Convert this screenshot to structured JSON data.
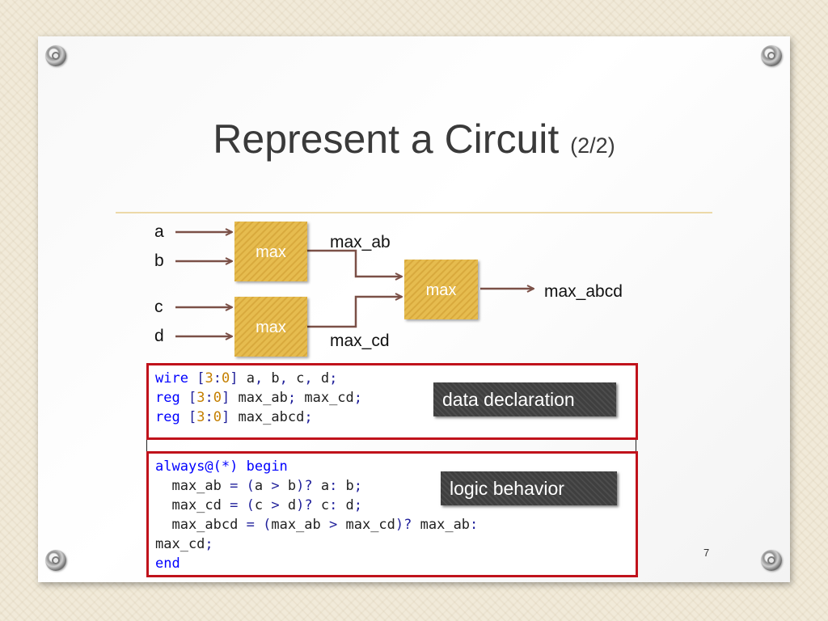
{
  "slide": {
    "title_main": "Represent a Circuit",
    "title_sub": "(2/2)",
    "page_number": "7"
  },
  "diagram": {
    "inputs": [
      "a",
      "b",
      "c",
      "d"
    ],
    "block_label": "max",
    "wires": [
      "max_ab",
      "max_cd"
    ],
    "output": "max_abcd",
    "colors": {
      "block_fill": "#e6bc4f",
      "block_hatch": "#d8a93c",
      "wire": "#7b5047",
      "text_on_block": "#ffffff"
    }
  },
  "code": {
    "declaration_lines": [
      [
        {
          "t": "wire",
          "c": "kw"
        },
        {
          "t": " "
        },
        {
          "t": "[",
          "c": "op"
        },
        {
          "t": "3",
          "c": "num"
        },
        {
          "t": ":",
          "c": "op"
        },
        {
          "t": "0",
          "c": "num"
        },
        {
          "t": "]",
          "c": "op"
        },
        {
          "t": " a"
        },
        {
          "t": ",",
          "c": "op"
        },
        {
          "t": " b"
        },
        {
          "t": ",",
          "c": "op"
        },
        {
          "t": " c"
        },
        {
          "t": ",",
          "c": "op"
        },
        {
          "t": " d"
        },
        {
          "t": ";",
          "c": "op"
        }
      ],
      [
        {
          "t": "reg",
          "c": "kw"
        },
        {
          "t": " "
        },
        {
          "t": "[",
          "c": "op"
        },
        {
          "t": "3",
          "c": "num"
        },
        {
          "t": ":",
          "c": "op"
        },
        {
          "t": "0",
          "c": "num"
        },
        {
          "t": "]",
          "c": "op"
        },
        {
          "t": " max_ab"
        },
        {
          "t": ";",
          "c": "op"
        },
        {
          "t": " max_cd"
        },
        {
          "t": ";",
          "c": "op"
        }
      ],
      [
        {
          "t": "reg",
          "c": "kw"
        },
        {
          "t": " "
        },
        {
          "t": "[",
          "c": "op"
        },
        {
          "t": "3",
          "c": "num"
        },
        {
          "t": ":",
          "c": "op"
        },
        {
          "t": "0",
          "c": "num"
        },
        {
          "t": "]",
          "c": "op"
        },
        {
          "t": " max_abcd"
        },
        {
          "t": ";",
          "c": "op"
        }
      ]
    ],
    "behavior_lines": [
      [
        {
          "t": "always@(*)",
          "c": "kw"
        },
        {
          "t": " "
        },
        {
          "t": "begin",
          "c": "kw"
        }
      ],
      [
        {
          "t": "  max_ab "
        },
        {
          "t": "=",
          "c": "op"
        },
        {
          "t": " "
        },
        {
          "t": "(",
          "c": "op"
        },
        {
          "t": "a "
        },
        {
          "t": ">",
          "c": "op"
        },
        {
          "t": " b"
        },
        {
          "t": ")?",
          "c": "op"
        },
        {
          "t": " a"
        },
        {
          "t": ":",
          "c": "op"
        },
        {
          "t": " b"
        },
        {
          "t": ";",
          "c": "op"
        }
      ],
      [
        {
          "t": "  max_cd "
        },
        {
          "t": "=",
          "c": "op"
        },
        {
          "t": " "
        },
        {
          "t": "(",
          "c": "op"
        },
        {
          "t": "c "
        },
        {
          "t": ">",
          "c": "op"
        },
        {
          "t": " d"
        },
        {
          "t": ")?",
          "c": "op"
        },
        {
          "t": " c"
        },
        {
          "t": ":",
          "c": "op"
        },
        {
          "t": " d"
        },
        {
          "t": ";",
          "c": "op"
        }
      ],
      [
        {
          "t": "  max_abcd "
        },
        {
          "t": "=",
          "c": "op"
        },
        {
          "t": " "
        },
        {
          "t": "(",
          "c": "op"
        },
        {
          "t": "max_ab "
        },
        {
          "t": ">",
          "c": "op"
        },
        {
          "t": " max_cd"
        },
        {
          "t": ")?",
          "c": "op"
        },
        {
          "t": " max_ab"
        },
        {
          "t": ":",
          "c": "op"
        }
      ],
      [
        {
          "t": "max_cd"
        },
        {
          "t": ";",
          "c": "op"
        }
      ],
      [
        {
          "t": "end",
          "c": "kw"
        }
      ]
    ],
    "colors": {
      "keyword": "#0000ff",
      "number": "#c47f00",
      "box_border": "#c0121b"
    }
  },
  "notes": {
    "declaration": "data declaration",
    "behavior": "logic behavior"
  }
}
